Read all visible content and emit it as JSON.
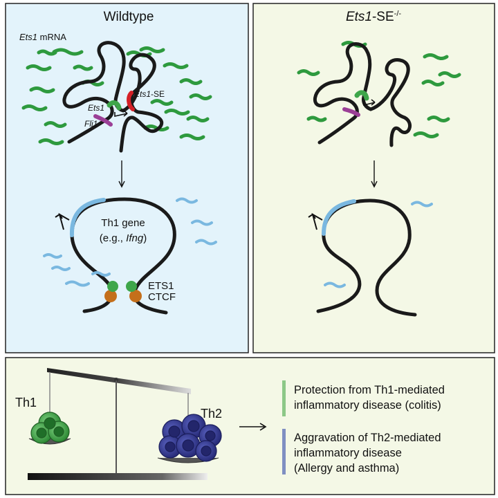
{
  "panels": {
    "wildtype": {
      "title": "Wildtype",
      "mrna_label_italic": "Ets1",
      "mrna_label_rest": " mRNA",
      "ets1_label": "Ets1",
      "fli1_label": "Fli1",
      "se_label_italic": "Ets1",
      "se_label_rest": "-SE",
      "gene_line1": "Th1 gene",
      "gene_line2_prefix": "(e.g., ",
      "gene_line2_italic": "Ifng",
      "gene_line2_suffix": ")",
      "ets1_protein": "ETS1",
      "ctcf_protein": "CTCF"
    },
    "knockout": {
      "title_italic": "Ets1",
      "title_rest": "-SE",
      "title_sup": "-/-"
    }
  },
  "bottom": {
    "th1_label": "Th1",
    "th2_label": "Th2",
    "outcome1_line1": "Protection from Th1-mediated",
    "outcome1_line2": "inflammatory disease (colitis)",
    "outcome2_line1": "Aggravation of Th2-mediated",
    "outcome2_line2": "inflammatory disease",
    "outcome2_line3": "(Allergy and asthma)"
  },
  "colors": {
    "wildtype_bg": "#e3f3fb",
    "knockout_bg": "#f4f8e6",
    "bottom_bg": "#f4f8e6",
    "mrna_green": "#2e9a3e",
    "th1_blue": "#7ab8e0",
    "super_enhancer_red": "#d42027",
    "fli1_purple": "#9b3f96",
    "ets1_green": "#3ea64a",
    "ctcf_orange": "#c46f1b",
    "th1_cell_green": "#3ea64a",
    "th2_cell_navy": "#3a3f92",
    "bar_green": "#8cc887",
    "bar_blue": "#7f8fc2"
  }
}
